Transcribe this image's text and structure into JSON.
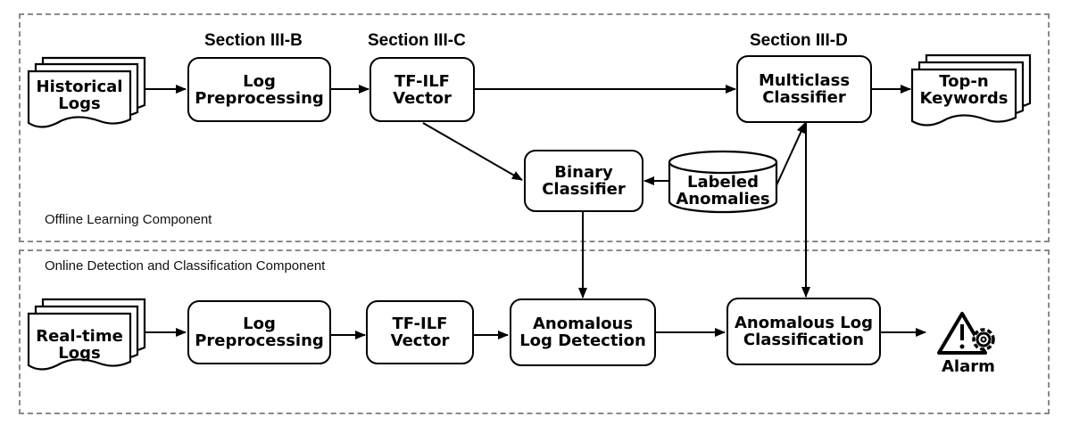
{
  "zones": {
    "offline": {
      "label": "Offline Learning Component"
    },
    "online": {
      "label": "Online Detection and Classification Component"
    }
  },
  "sections": {
    "b": "Section III-B",
    "c": "Section III-C",
    "d": "Section III-D"
  },
  "offline": {
    "historical_logs": [
      "Historical",
      "Logs"
    ],
    "log_preprocessing": [
      "Log",
      "Preprocessing"
    ],
    "tfilf_vector": [
      "TF-ILF",
      "Vector"
    ],
    "multiclass_classifier": [
      "Multiclass",
      "Classifier"
    ],
    "top_n_keywords": [
      "Top-n",
      "Keywords"
    ],
    "binary_classifier": [
      "Binary",
      "Classifier"
    ],
    "labeled_anomalies": [
      "Labeled",
      "Anomalies"
    ]
  },
  "online": {
    "realtime_logs": [
      "Real-time",
      "Logs"
    ],
    "log_preprocessing": [
      "Log",
      "Preprocessing"
    ],
    "tfilf_vector": [
      "TF-ILF",
      "Vector"
    ],
    "anomalous_log_detection": [
      "Anomalous",
      "Log Detection"
    ],
    "anomalous_log_classification": [
      "Anomalous Log",
      "Classification"
    ],
    "alarm": "Alarm"
  },
  "icons": {
    "document_stack": "document-stack-icon",
    "database": "database-cylinder-icon",
    "alarm": "warning-gear-icon"
  },
  "colors": {
    "stroke": "#000000",
    "zone_border": "#8a8a8a",
    "background": "#ffffff"
  }
}
